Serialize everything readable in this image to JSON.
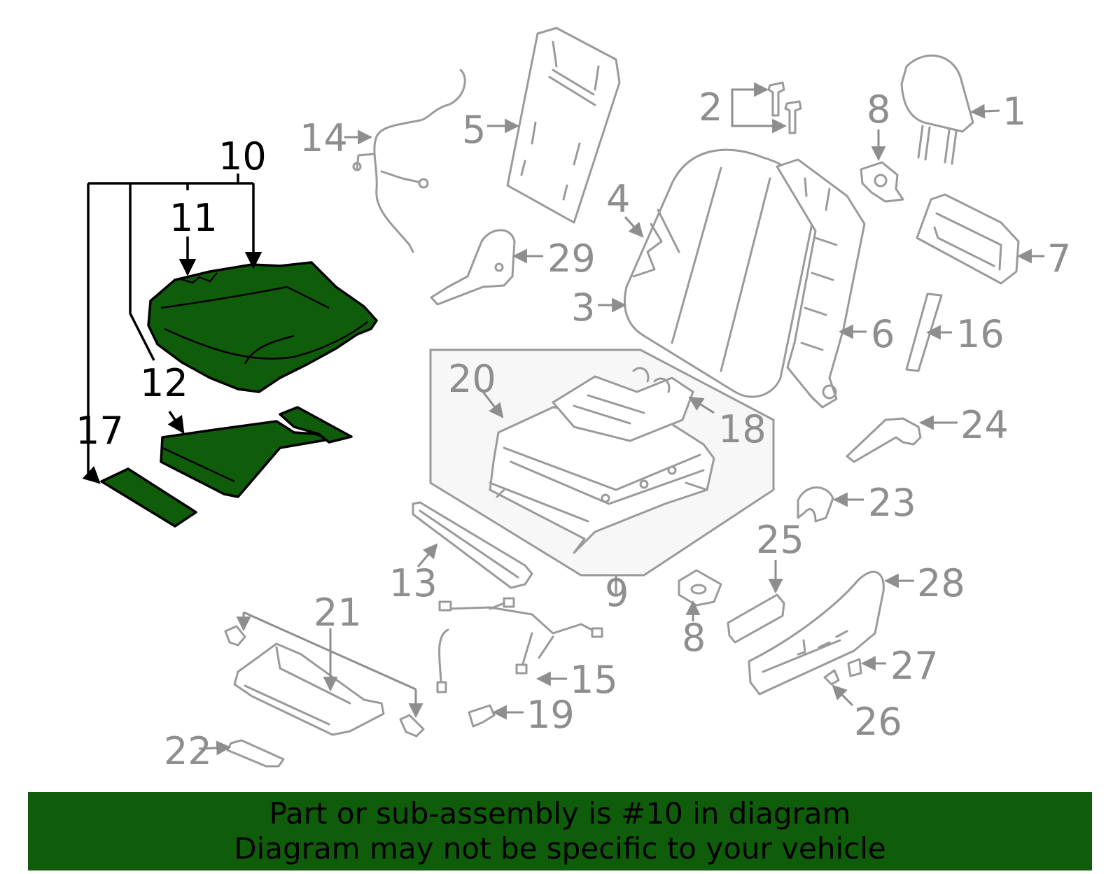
{
  "diagram": {
    "highlight_color": "#0f5d0b",
    "callouts": {
      "c1": "1",
      "c2": "2",
      "c3": "3",
      "c4": "4",
      "c5": "5",
      "c6": "6",
      "c7": "7",
      "c8a": "8",
      "c8b": "8",
      "c9": "9",
      "c10": "10",
      "c11": "11",
      "c12": "12",
      "c13": "13",
      "c14": "14",
      "c15": "15",
      "c16": "16",
      "c17": "17",
      "c18": "18",
      "c19": "19",
      "c20": "20",
      "c21": "21",
      "c22": "22",
      "c23": "23",
      "c24": "24",
      "c25": "25",
      "c26": "26",
      "c27": "27",
      "c28": "28",
      "c29": "29"
    }
  },
  "banner": {
    "line1": "Part or sub-assembly is #10 in diagram",
    "line2": "Diagram may not be specific to your vehicle"
  }
}
